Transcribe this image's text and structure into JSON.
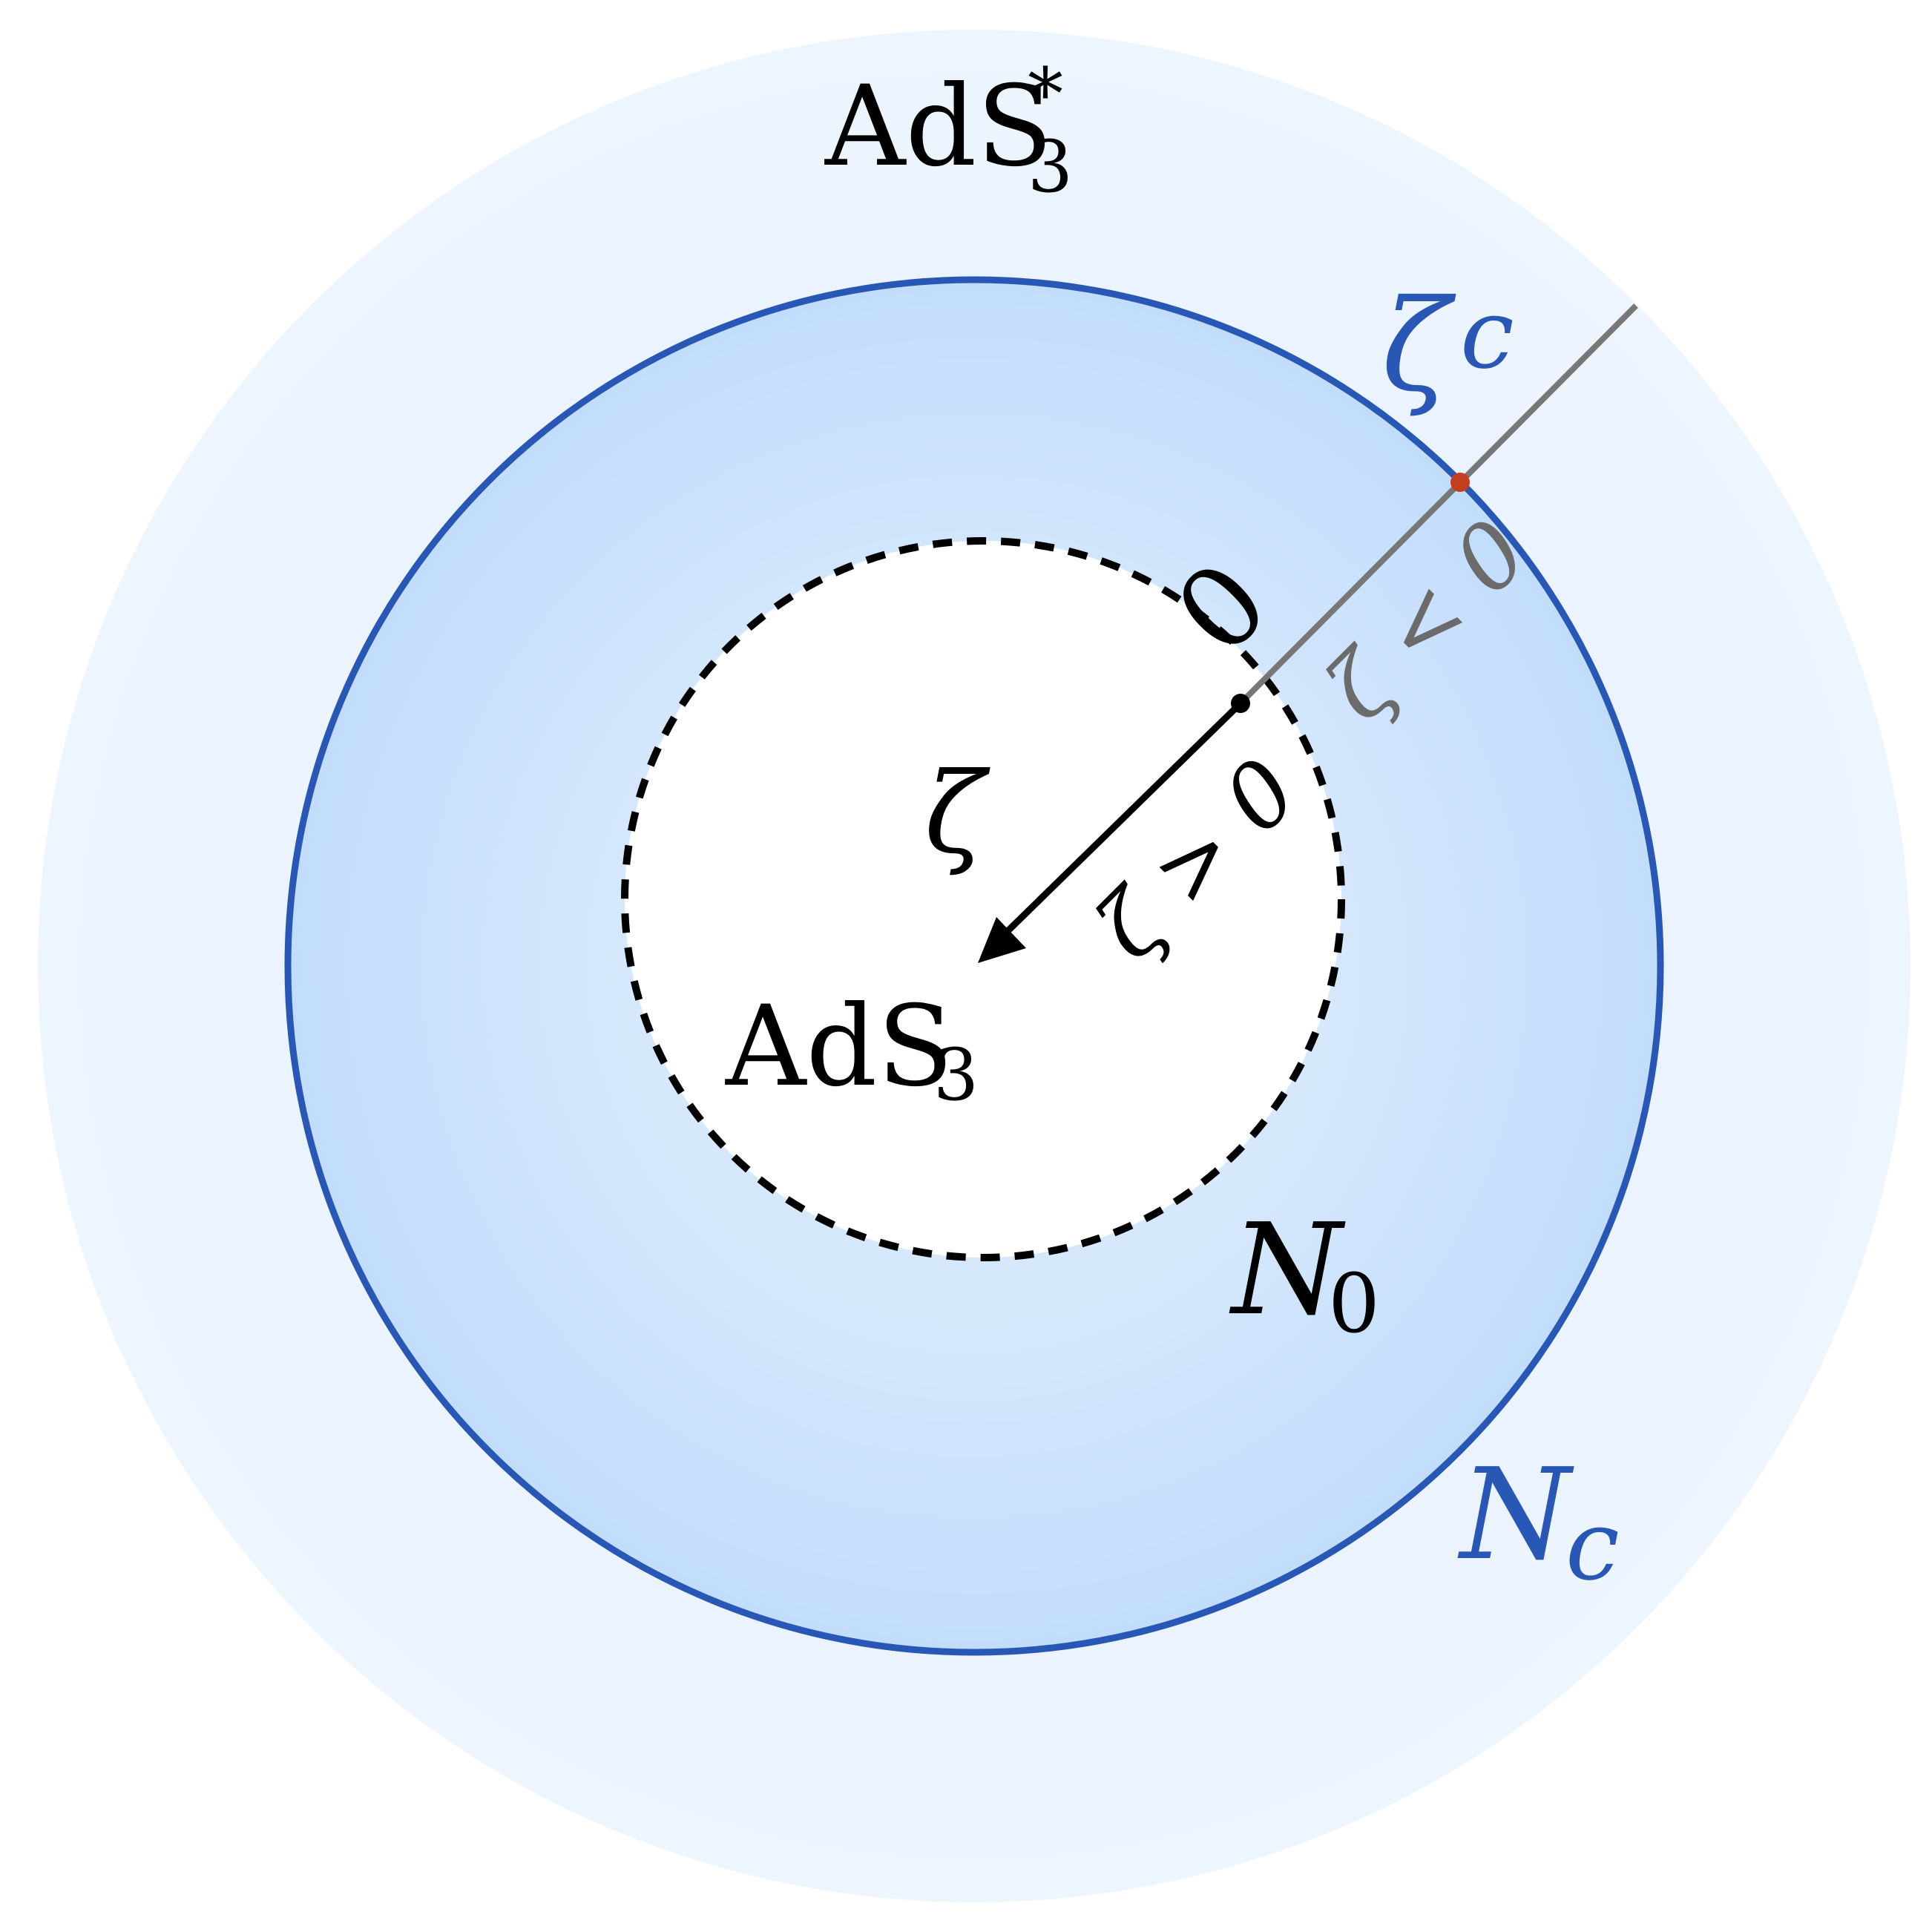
{
  "labels": {
    "outer_region": "AdS",
    "outer_region_sub": "3",
    "outer_region_sup": "*",
    "inner_region": "AdS",
    "inner_region_sub": "3",
    "zeta_c": "ζ",
    "zeta_c_sub": "c",
    "zeta_neg": "ζ < 0",
    "zeta_pos": "ζ > 0",
    "zero": "0",
    "zeta": "ζ",
    "n0": "N",
    "n0_sub": "0",
    "nc": "N",
    "nc_sub": "c"
  },
  "colors": {
    "outer_fill": "#eaf3fe",
    "ring_fill_inner": "#d6e8fc",
    "ring_fill_outer": "#c2ddfb",
    "inner_fill": "#ffffff",
    "boundary_blue": "#2857b5",
    "ray_gray": "#777777",
    "marker_red": "#c43d1c",
    "ink": "#000000",
    "gray_text": "#6b6b6b"
  }
}
